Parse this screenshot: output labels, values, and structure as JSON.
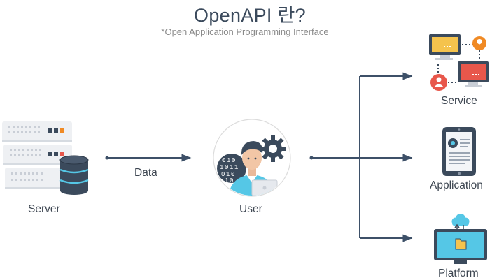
{
  "header": {
    "title": "OpenAPI 란?",
    "subtitle": "*Open Application Programming Interface"
  },
  "nodes": {
    "server_label": "Server",
    "user_label": "User",
    "service_label": "Service",
    "application_label": "Application",
    "platform_label": "Platform"
  },
  "edges": {
    "data_label": "Data"
  },
  "colors": {
    "line": "#3d5068",
    "dark": "#3b4a5c",
    "orange": "#f08a24",
    "red": "#e8574b",
    "cyan": "#55c7e6"
  },
  "icons": {
    "server": "server-database-icon",
    "user": "user-developer-icon",
    "service": "network-monitors-icon",
    "application": "tablet-icon",
    "platform": "monitor-cloud-icon"
  }
}
